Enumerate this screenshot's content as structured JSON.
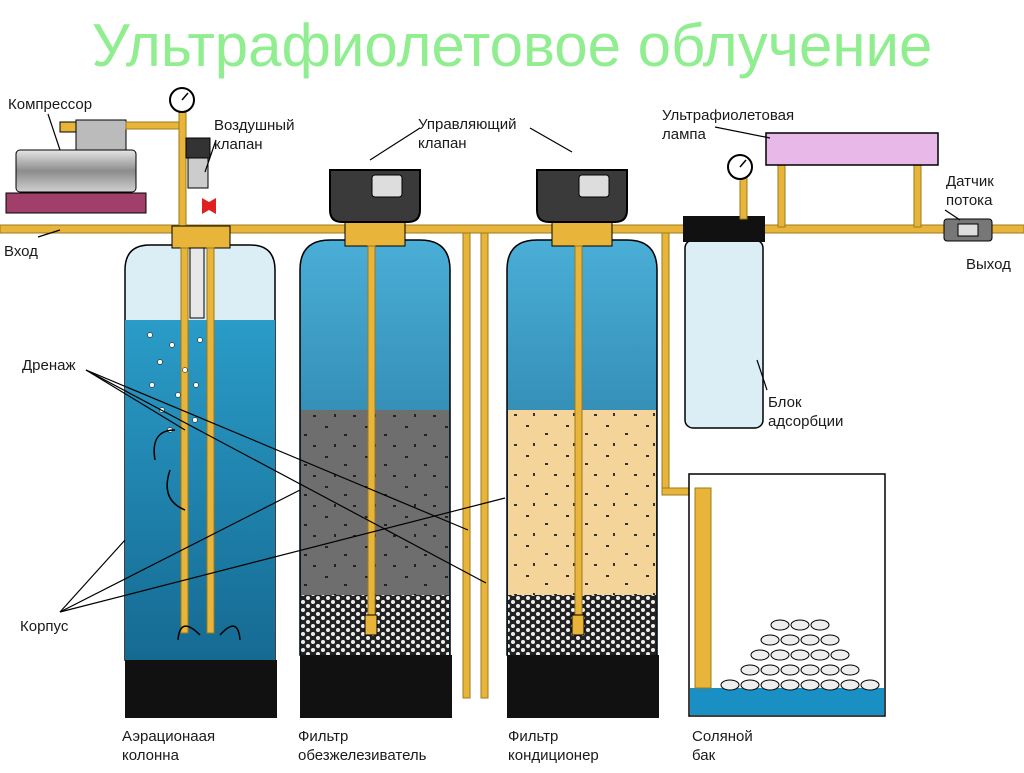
{
  "title": "Ультрафиолетовое облучение",
  "labels": {
    "compressor": "Компрессор",
    "air_valve_1": "Воздушный",
    "air_valve_2": "клапан",
    "control_valve_1": "Управляющий",
    "control_valve_2": "клапан",
    "uv_lamp_1": "Ультрафиолетовая",
    "uv_lamp_2": "лампа",
    "flow_sensor_1": "Датчик",
    "flow_sensor_2": "потока",
    "inlet": "Вход",
    "outlet": "Выход",
    "drain": "Дренаж",
    "housing": "Корпус",
    "adsorption_1": "Блок",
    "adsorption_2": "адсорбции",
    "aeration_1": "Аэрационаая",
    "aeration_2": "колонна",
    "iron_filter_1": "Фильтр",
    "iron_filter_2": "обезжелезиватель",
    "conditioner_1": "Фильтр",
    "conditioner_2": "кондиционер",
    "salt_tank_1": "Соляной",
    "salt_tank_2": "бак"
  },
  "colors": {
    "title": "#90ee90",
    "pipe": "#e8b53a",
    "pipe_edge": "#9b7a1c",
    "water_dark": "#1b6f98",
    "water_light": "#3fa8d4",
    "media_iron": "#6f6f6f",
    "media_sand": "#f5d59a",
    "base": "#111111",
    "lamp": "#e8b8e8",
    "compressor_base": "#a0406a"
  }
}
